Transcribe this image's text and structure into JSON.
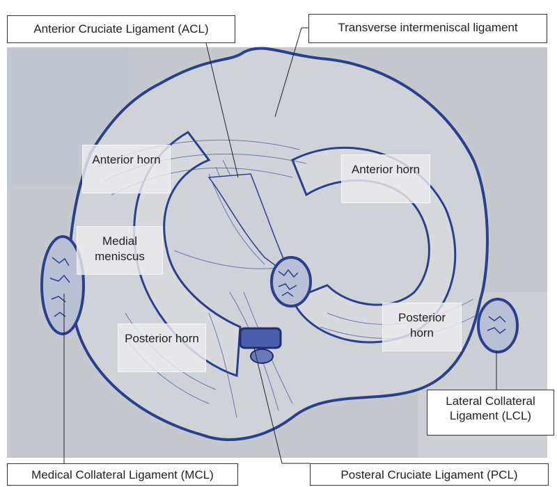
{
  "callouts": {
    "acl": "Anterior Cruciate Ligament (ACL)",
    "transverse": "Transverse intermeniscal ligament",
    "lcl": "Lateral Collateral Ligament (LCL)",
    "mcl": "Medical Collateral Ligament (MCL)",
    "pcl": "Posteral Cruciate Ligament (PCL)"
  },
  "tags": {
    "medial_anterior_horn": "Anterior horn",
    "lateral_anterior_horn": "Anterior horn",
    "medial_meniscus": "Medial meniscus",
    "medial_posterior_horn": "Posterior horn",
    "lateral_posterior_horn": "Posterior horn"
  },
  "colors": {
    "ink": "#2a3f8f",
    "paper": "#c9cdd2",
    "callout_border": "#333333"
  }
}
